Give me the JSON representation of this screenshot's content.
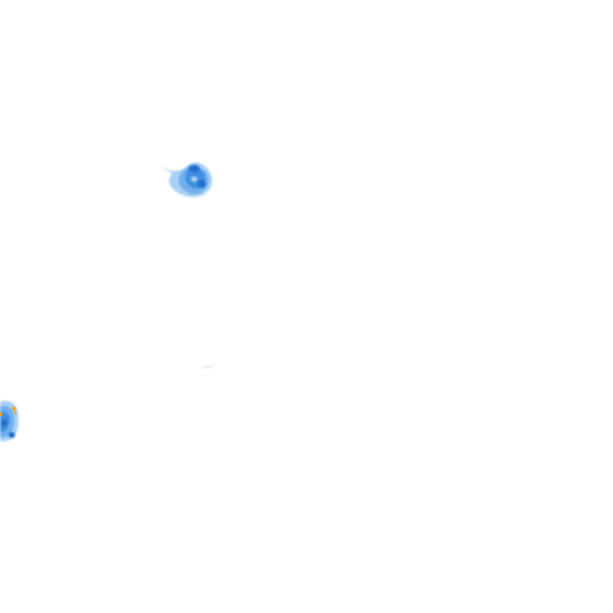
{
  "map": {
    "background_color": "#ffffff",
    "layer": "precipitation-radar-overlay",
    "legend_visible": false,
    "labels_visible": false
  },
  "intensity_palette": {
    "very_light": "#d6e9fb",
    "light": "#a9d1f7",
    "moderate": "#6fb0ee",
    "heavy": "#3f8fe0",
    "very_heavy": "#1f6fcf",
    "extreme": "#f0a020"
  },
  "echoes": [
    {
      "id": "cell-north",
      "peak_intensity": "very_heavy"
    },
    {
      "id": "trace-center",
      "peak_intensity": "very_light"
    },
    {
      "id": "cell-west-edge",
      "peak_intensity": "extreme"
    }
  ]
}
